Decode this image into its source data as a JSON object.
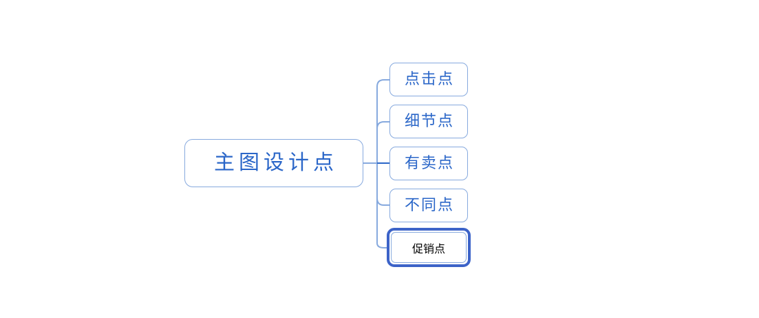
{
  "diagram": {
    "type": "mind-map",
    "orientation": "horizontal-right",
    "background_color": "#ffffff",
    "accent_color": "#2a66c8",
    "border_color": "#86a9de",
    "selected_border_color": "#3c63c8",
    "root": {
      "label": "主图设计点"
    },
    "children": [
      {
        "label": "点击点",
        "selected": false
      },
      {
        "label": "细节点",
        "selected": false
      },
      {
        "label": "有卖点",
        "selected": false
      },
      {
        "label": "不同点",
        "selected": false
      },
      {
        "label": "促销点",
        "selected": true
      }
    ]
  }
}
